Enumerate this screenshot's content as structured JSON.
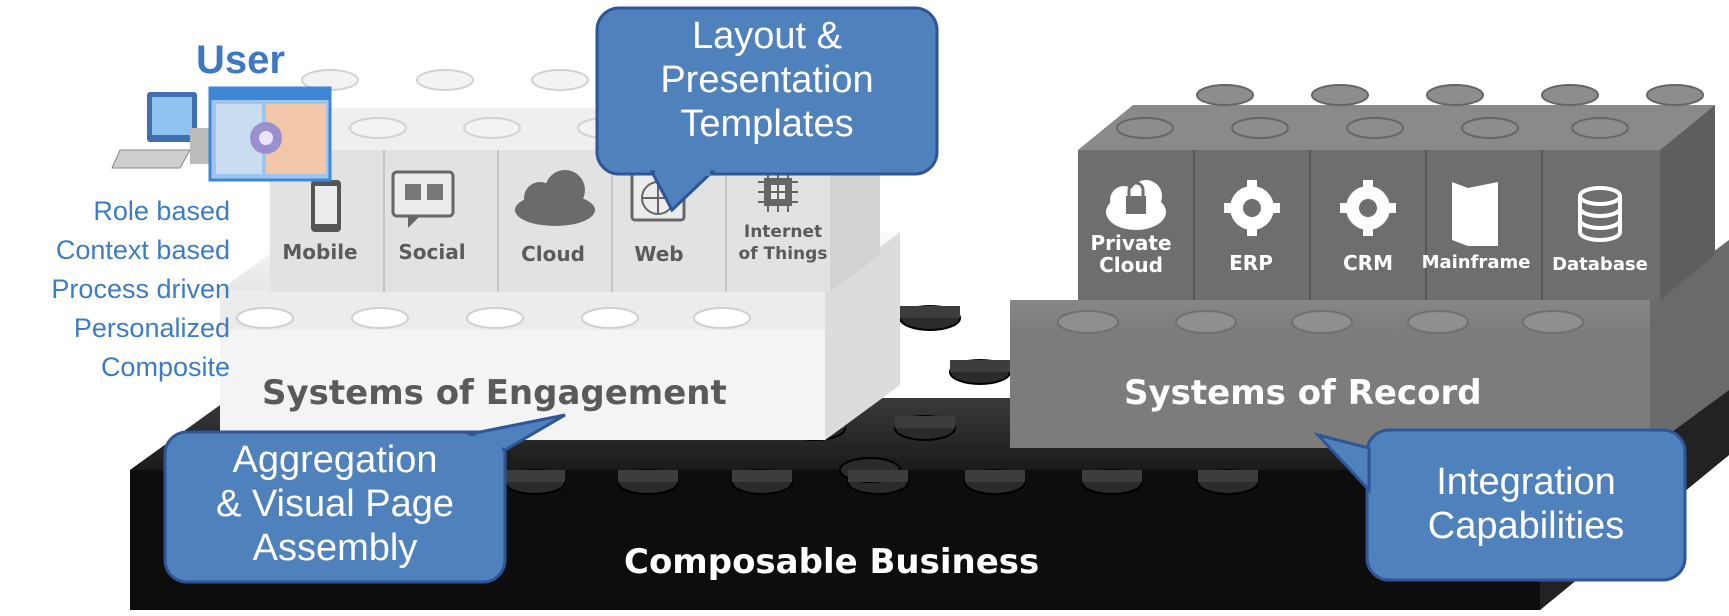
{
  "user": {
    "title": "User",
    "traits": [
      "Role based",
      "Context based",
      "Process driven",
      "Personalized",
      "Composite"
    ]
  },
  "engagement": {
    "label": "Systems of Engagement",
    "tiles": [
      "Mobile",
      "Social",
      "Cloud",
      "Web",
      "Internet",
      "of Things"
    ]
  },
  "record": {
    "label": "Systems of Record",
    "tiles": [
      "Private",
      "Cloud",
      "ERP",
      "CRM",
      "Mainframe",
      "Database"
    ]
  },
  "base": {
    "label": "Composable Business"
  },
  "callouts": {
    "layout": [
      "Layout &",
      "Presentation",
      "Templates"
    ],
    "aggregation": [
      "Aggregation",
      "& Visual Page",
      "Assembly"
    ],
    "integration": [
      "Integration",
      "Capabilities"
    ]
  },
  "colors": {
    "callout_fill": "#4f81bd",
    "callout_border": "#2f5597",
    "accent_text": "#3d7cc4",
    "base_block": "#111111",
    "record_block": "#8a8a8a",
    "engagement_block": "#f2f2f2"
  },
  "icons": [
    "computer-icon",
    "window-gear-icon",
    "phone-icon",
    "social-icon",
    "cloud-icon",
    "web-icon",
    "chip-icon",
    "lock-cloud-icon",
    "gear-icon",
    "mainframe-icon",
    "database-icon"
  ]
}
